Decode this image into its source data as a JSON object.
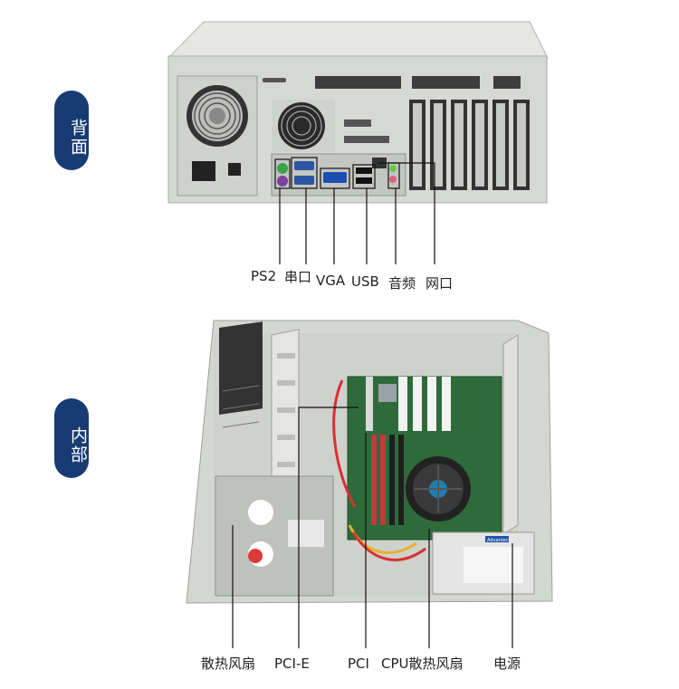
{
  "badges": {
    "back": "背面",
    "inside": "内部"
  },
  "back_labels": {
    "ps2": "PS2",
    "serial": "串口",
    "vga": "VGA",
    "usb": "USB",
    "audio": "音频",
    "network": "网口"
  },
  "inside_labels": {
    "fan": "散热风扇",
    "pcie": "PCI-E",
    "pci": "PCI",
    "cpu_fan": "CPU散热风扇",
    "psu": "电源"
  },
  "colors": {
    "badge": "#173b73",
    "chassis": "#d9dbd7",
    "chassis_dark": "#b8bbb6",
    "motherboard": "#2e6b3a",
    "leader_line": "#111111"
  },
  "psu_brand": "Advantech"
}
